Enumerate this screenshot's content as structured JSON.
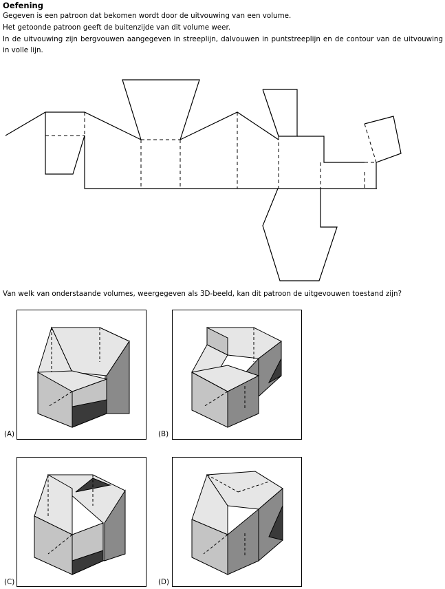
{
  "exercise": {
    "title": "Oefening",
    "line1": "Gegeven is een patroon dat bekomen wordt door de uitvouwing van een volume.",
    "line2": "Het getoonde patroon geeft de buitenzijde van dit volume weer.",
    "line3": "In de uitvouwing zijn bergvouwen aangegeven in streeplijn, dalvouwen in puntstreeplijn en de contour van de uitvouwing in volle lijn."
  },
  "question": "Van welk van onderstaande volumes, weergegeven als 3D-beeld, kan dit patroon de uitgevouwen toestand zijn?",
  "options": [
    {
      "label": "(A)"
    },
    {
      "label": "(B)"
    },
    {
      "label": "(C)"
    },
    {
      "label": "(D)"
    }
  ],
  "colors": {
    "face_light": "#e6e6e6",
    "face_mid": "#c4c4c4",
    "face_dark": "#8a8a8a",
    "face_black": "#3a3a3a"
  }
}
